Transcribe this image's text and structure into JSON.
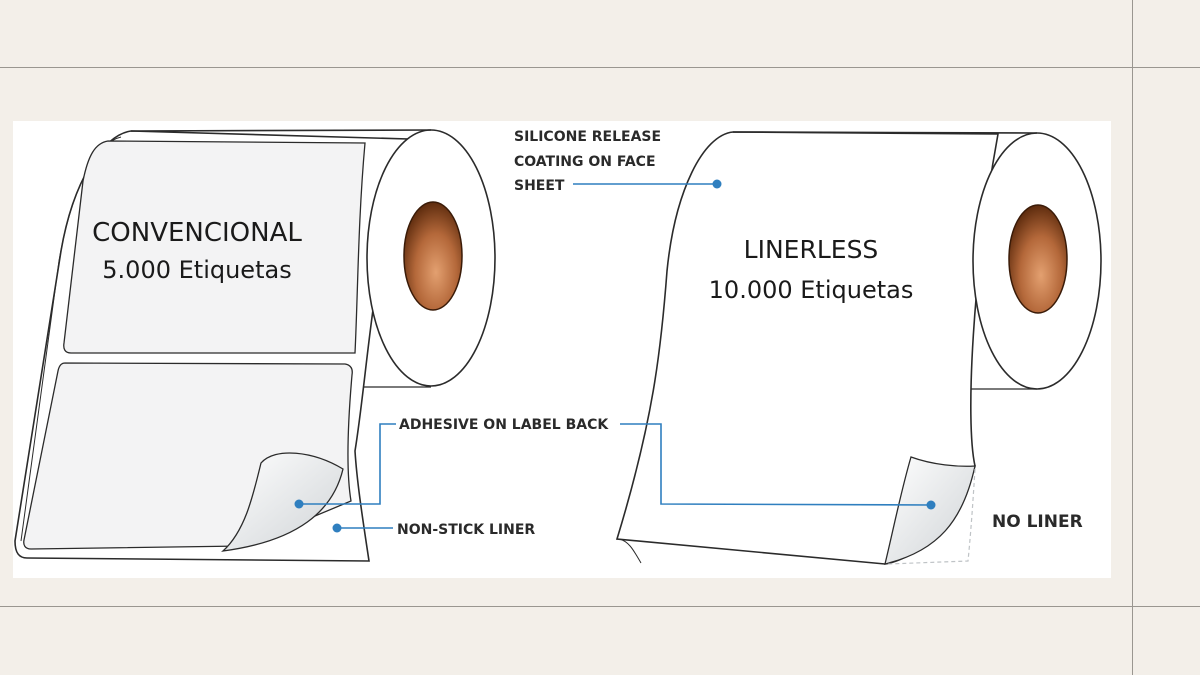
{
  "conventional": {
    "title": "CONVENCIONAL",
    "count": "5.000 Etiquetas"
  },
  "linerless": {
    "title": "LINERLESS",
    "count": "10.000 Etiquetas"
  },
  "callouts": {
    "silicone_line1": "SILICONE RELEASE",
    "silicone_line2": "COATING ON FACE",
    "silicone_line3": "SHEET",
    "adhesive": "ADHESIVE ON LABEL BACK",
    "non_stick_liner": "NON-STICK LINER",
    "no_liner": "NO LINER"
  },
  "colors": {
    "background": "#f3efe9",
    "callout_line": "#2f7fbf",
    "core_dark": "#6e3612",
    "core_light": "#d9905a"
  }
}
